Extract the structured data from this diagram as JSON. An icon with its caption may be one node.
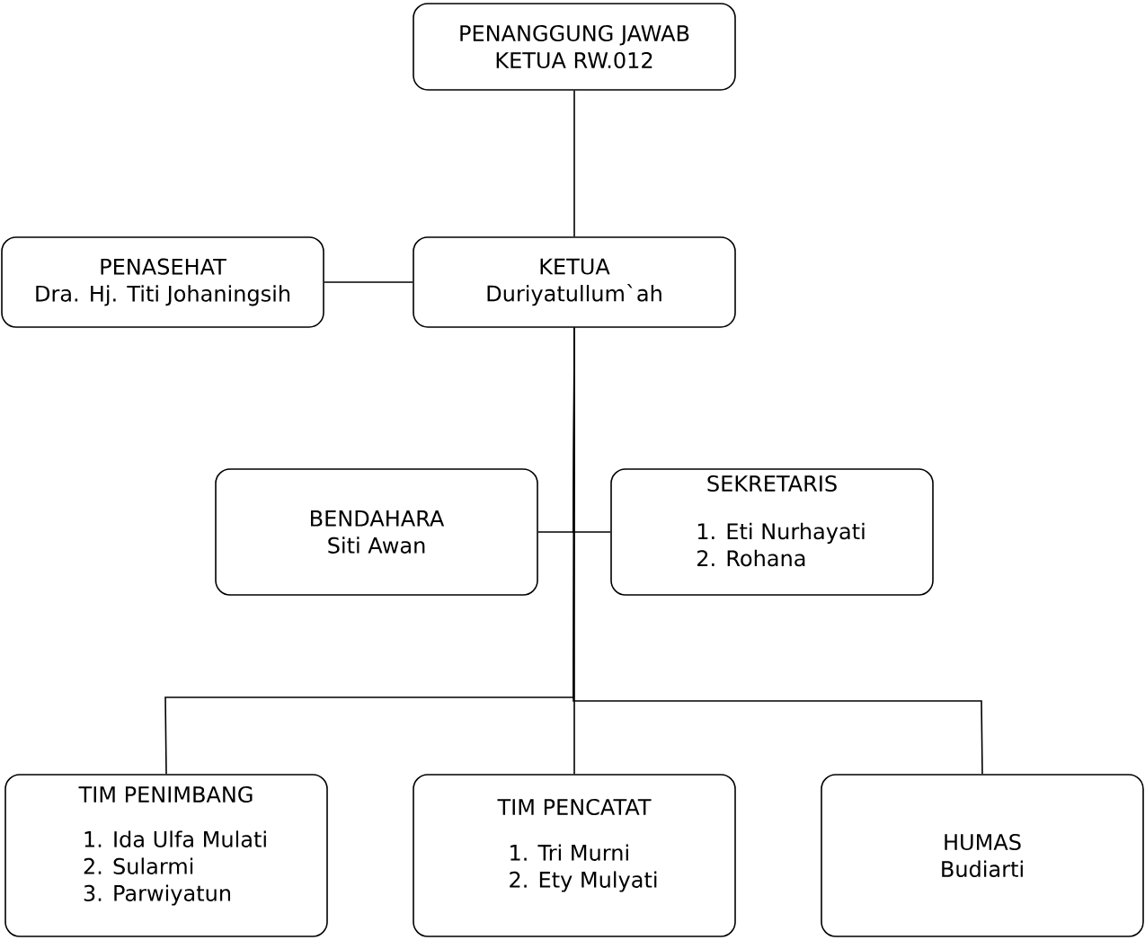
{
  "diagram": {
    "nodes": [
      {
        "text": [
          "PENANGGUNG JAWAB",
          "KETUA RW.012"
        ]
      },
      {
        "text": [
          "PENASEHAT",
          "Dra. Hj. Titi Johaningsih"
        ]
      },
      {
        "text": [
          "KETUA",
          "Duriyatullum`ah"
        ]
      },
      {
        "text": [
          "BENDAHARA",
          "Siti Awan"
        ]
      },
      {
        "text": [
          "SEKRETARIS",
          "1. Eti Nurhayati",
          "2. Rohana"
        ]
      },
      {
        "text": [
          "TIM PENIMBANG",
          "1. Ida Ulfa Mulati",
          "2. Sularmi",
          "3. Parwiyatun"
        ]
      },
      {
        "text": [
          "TIM PENCATAT",
          "1. Tri Murni",
          "2. Ety Mulyati"
        ]
      },
      {
        "text": [
          "HUMAS",
          "Budiarti"
        ]
      }
    ],
    "edges": [
      {
        "from": 0,
        "to": 2,
        "arrow": "none"
      },
      {
        "from": 1,
        "to": 2,
        "arrow": "none"
      },
      {
        "from": 2,
        "to": 3,
        "arrow": "none"
      },
      {
        "from": 2,
        "to": 4,
        "arrow": "none"
      },
      {
        "from": 2,
        "to": 5,
        "arrow": "none"
      },
      {
        "from": 2,
        "to": 6,
        "arrow": "none"
      },
      {
        "from": 2,
        "to": 7,
        "arrow": "none"
      }
    ]
  }
}
